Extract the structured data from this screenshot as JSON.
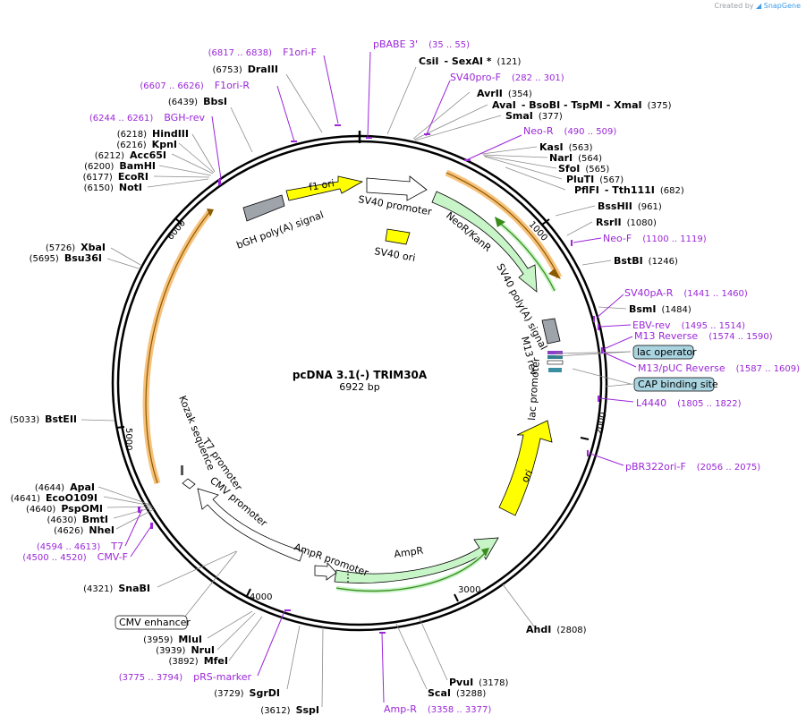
{
  "credit": {
    "prefix": "Created by",
    "brand": "SnapGene"
  },
  "plasmid": {
    "name": "pcDNA 3.1(-) TRIM30A",
    "length_label": "6922 bp"
  },
  "colors": {
    "primer": "#9b27d8",
    "feature_green": "#c8f5c8",
    "yellow": "#ffff00",
    "orf_orange": "#f7b45a",
    "gray": "#9fa4ab",
    "blue_box": "#a9d4e0"
  },
  "ticks": [
    "1000",
    "2000",
    "3000",
    "4000",
    "5000",
    "6000"
  ],
  "enzymes": [
    {
      "name": "CsiI",
      "extra": "- SexAI *",
      "pos": "(121)"
    },
    {
      "name": "AvrII",
      "extra": "",
      "pos": "(354)"
    },
    {
      "name": "AvaI",
      "extra": "- BsoBI - TspMI - XmaI",
      "pos": "(375)"
    },
    {
      "name": "SmaI",
      "extra": "",
      "pos": "(377)"
    },
    {
      "name": "KasI",
      "extra": "",
      "pos": "(563)"
    },
    {
      "name": "NarI",
      "extra": "",
      "pos": "(564)"
    },
    {
      "name": "SfoI",
      "extra": "",
      "pos": "(565)"
    },
    {
      "name": "PluTI",
      "extra": "",
      "pos": "(567)"
    },
    {
      "name": "PflFI",
      "extra": "- Tth111I",
      "pos": "(682)"
    },
    {
      "name": "BssHII",
      "extra": "",
      "pos": "(961)"
    },
    {
      "name": "RsrII",
      "extra": "",
      "pos": "(1080)"
    },
    {
      "name": "BstBI",
      "extra": "",
      "pos": "(1246)"
    },
    {
      "name": "BsmI",
      "extra": "",
      "pos": "(1484)"
    },
    {
      "name": "AhdI",
      "extra": "",
      "pos": "(2808)"
    },
    {
      "name": "PvuI",
      "extra": "",
      "pos": "(3178)"
    },
    {
      "name": "ScaI",
      "extra": "",
      "pos": "(3288)"
    },
    {
      "name": "SspI",
      "extra": "",
      "pos": "(3612)"
    },
    {
      "name": "SgrDI",
      "extra": "",
      "pos": "(3729)"
    },
    {
      "name": "MfeI",
      "extra": "",
      "pos": "(3892)"
    },
    {
      "name": "NruI",
      "extra": "",
      "pos": "(3939)"
    },
    {
      "name": "MluI",
      "extra": "",
      "pos": "(3959)"
    },
    {
      "name": "SnaBI",
      "extra": "",
      "pos": "(4321)"
    },
    {
      "name": "NheI",
      "extra": "",
      "pos": "(4626)"
    },
    {
      "name": "BmtI",
      "extra": "",
      "pos": "(4630)"
    },
    {
      "name": "PspOMI",
      "extra": "",
      "pos": "(4640)"
    },
    {
      "name": "EcoO109I",
      "extra": "",
      "pos": "(4641)"
    },
    {
      "name": "ApaI",
      "extra": "",
      "pos": "(4644)"
    },
    {
      "name": "BstEII",
      "extra": "",
      "pos": "(5033)"
    },
    {
      "name": "Bsu36I",
      "extra": "",
      "pos": "(5695)"
    },
    {
      "name": "XbaI",
      "extra": "",
      "pos": "(5726)"
    },
    {
      "name": "NotI",
      "extra": "",
      "pos": "(6150)"
    },
    {
      "name": "EcoRI",
      "extra": "",
      "pos": "(6177)"
    },
    {
      "name": "BamHI",
      "extra": "",
      "pos": "(6200)"
    },
    {
      "name": "Acc65I",
      "extra": "",
      "pos": "(6212)"
    },
    {
      "name": "KpnI",
      "extra": "",
      "pos": "(6216)"
    },
    {
      "name": "HindIII",
      "extra": "",
      "pos": "(6218)"
    },
    {
      "name": "BbsI",
      "extra": "",
      "pos": "(6439)"
    },
    {
      "name": "DraIII",
      "extra": "",
      "pos": "(6753)"
    }
  ],
  "primers": [
    {
      "name": "pBABE 3'",
      "range": "(35 .. 55)"
    },
    {
      "name": "SV40pro-F",
      "range": "(282 .. 301)"
    },
    {
      "name": "Neo-R",
      "range": "(490 .. 509)"
    },
    {
      "name": "Neo-F",
      "range": "(1100 .. 1119)"
    },
    {
      "name": "SV40pA-R",
      "range": "(1441 .. 1460)"
    },
    {
      "name": "EBV-rev",
      "range": "(1495 .. 1514)"
    },
    {
      "name": "M13 Reverse",
      "range": "(1574 .. 1590)"
    },
    {
      "name": "M13/pUC Reverse",
      "range": "(1587 .. 1609)"
    },
    {
      "name": "L4440",
      "range": "(1805 .. 1822)"
    },
    {
      "name": "pBR322ori-F",
      "range": "(2056 .. 2075)"
    },
    {
      "name": "Amp-R",
      "range": "(3358 .. 3377)"
    },
    {
      "name": "pRS-marker",
      "range": "(3775 .. 3794)"
    },
    {
      "name": "CMV-F",
      "range": "(4500 .. 4520)"
    },
    {
      "name": "T7",
      "range": "(4594 .. 4613)"
    },
    {
      "name": "BGH-rev",
      "range": "(6244 .. 6261)"
    },
    {
      "name": "F1ori-R",
      "range": "(6607 .. 6626)"
    },
    {
      "name": "F1ori-F",
      "range": "(6817 .. 6838)"
    }
  ],
  "boxed_features": {
    "lac_operator": "lac operator",
    "cap_site": "CAP binding site",
    "cmv_enhancer": "CMV enhancer"
  },
  "features": {
    "f1_ori": "f1 ori",
    "sv40_promoter": "SV40 promoter",
    "sv40_ori": "SV40 ori",
    "bgh_polya": "bGH poly(A) signal",
    "neor": "NeoR/KanR",
    "sv40_polya": "SV40 poly(A) signal",
    "m13_rev": "M13 rev",
    "lac_promoter": "lac promoter",
    "ori": "ori",
    "ampr": "AmpR",
    "ampr_promoter": "AmpR promoter",
    "cmv_promoter": "CMV promoter",
    "t7_promoter": "T7 promoter",
    "kozak": "Kozak sequence"
  }
}
